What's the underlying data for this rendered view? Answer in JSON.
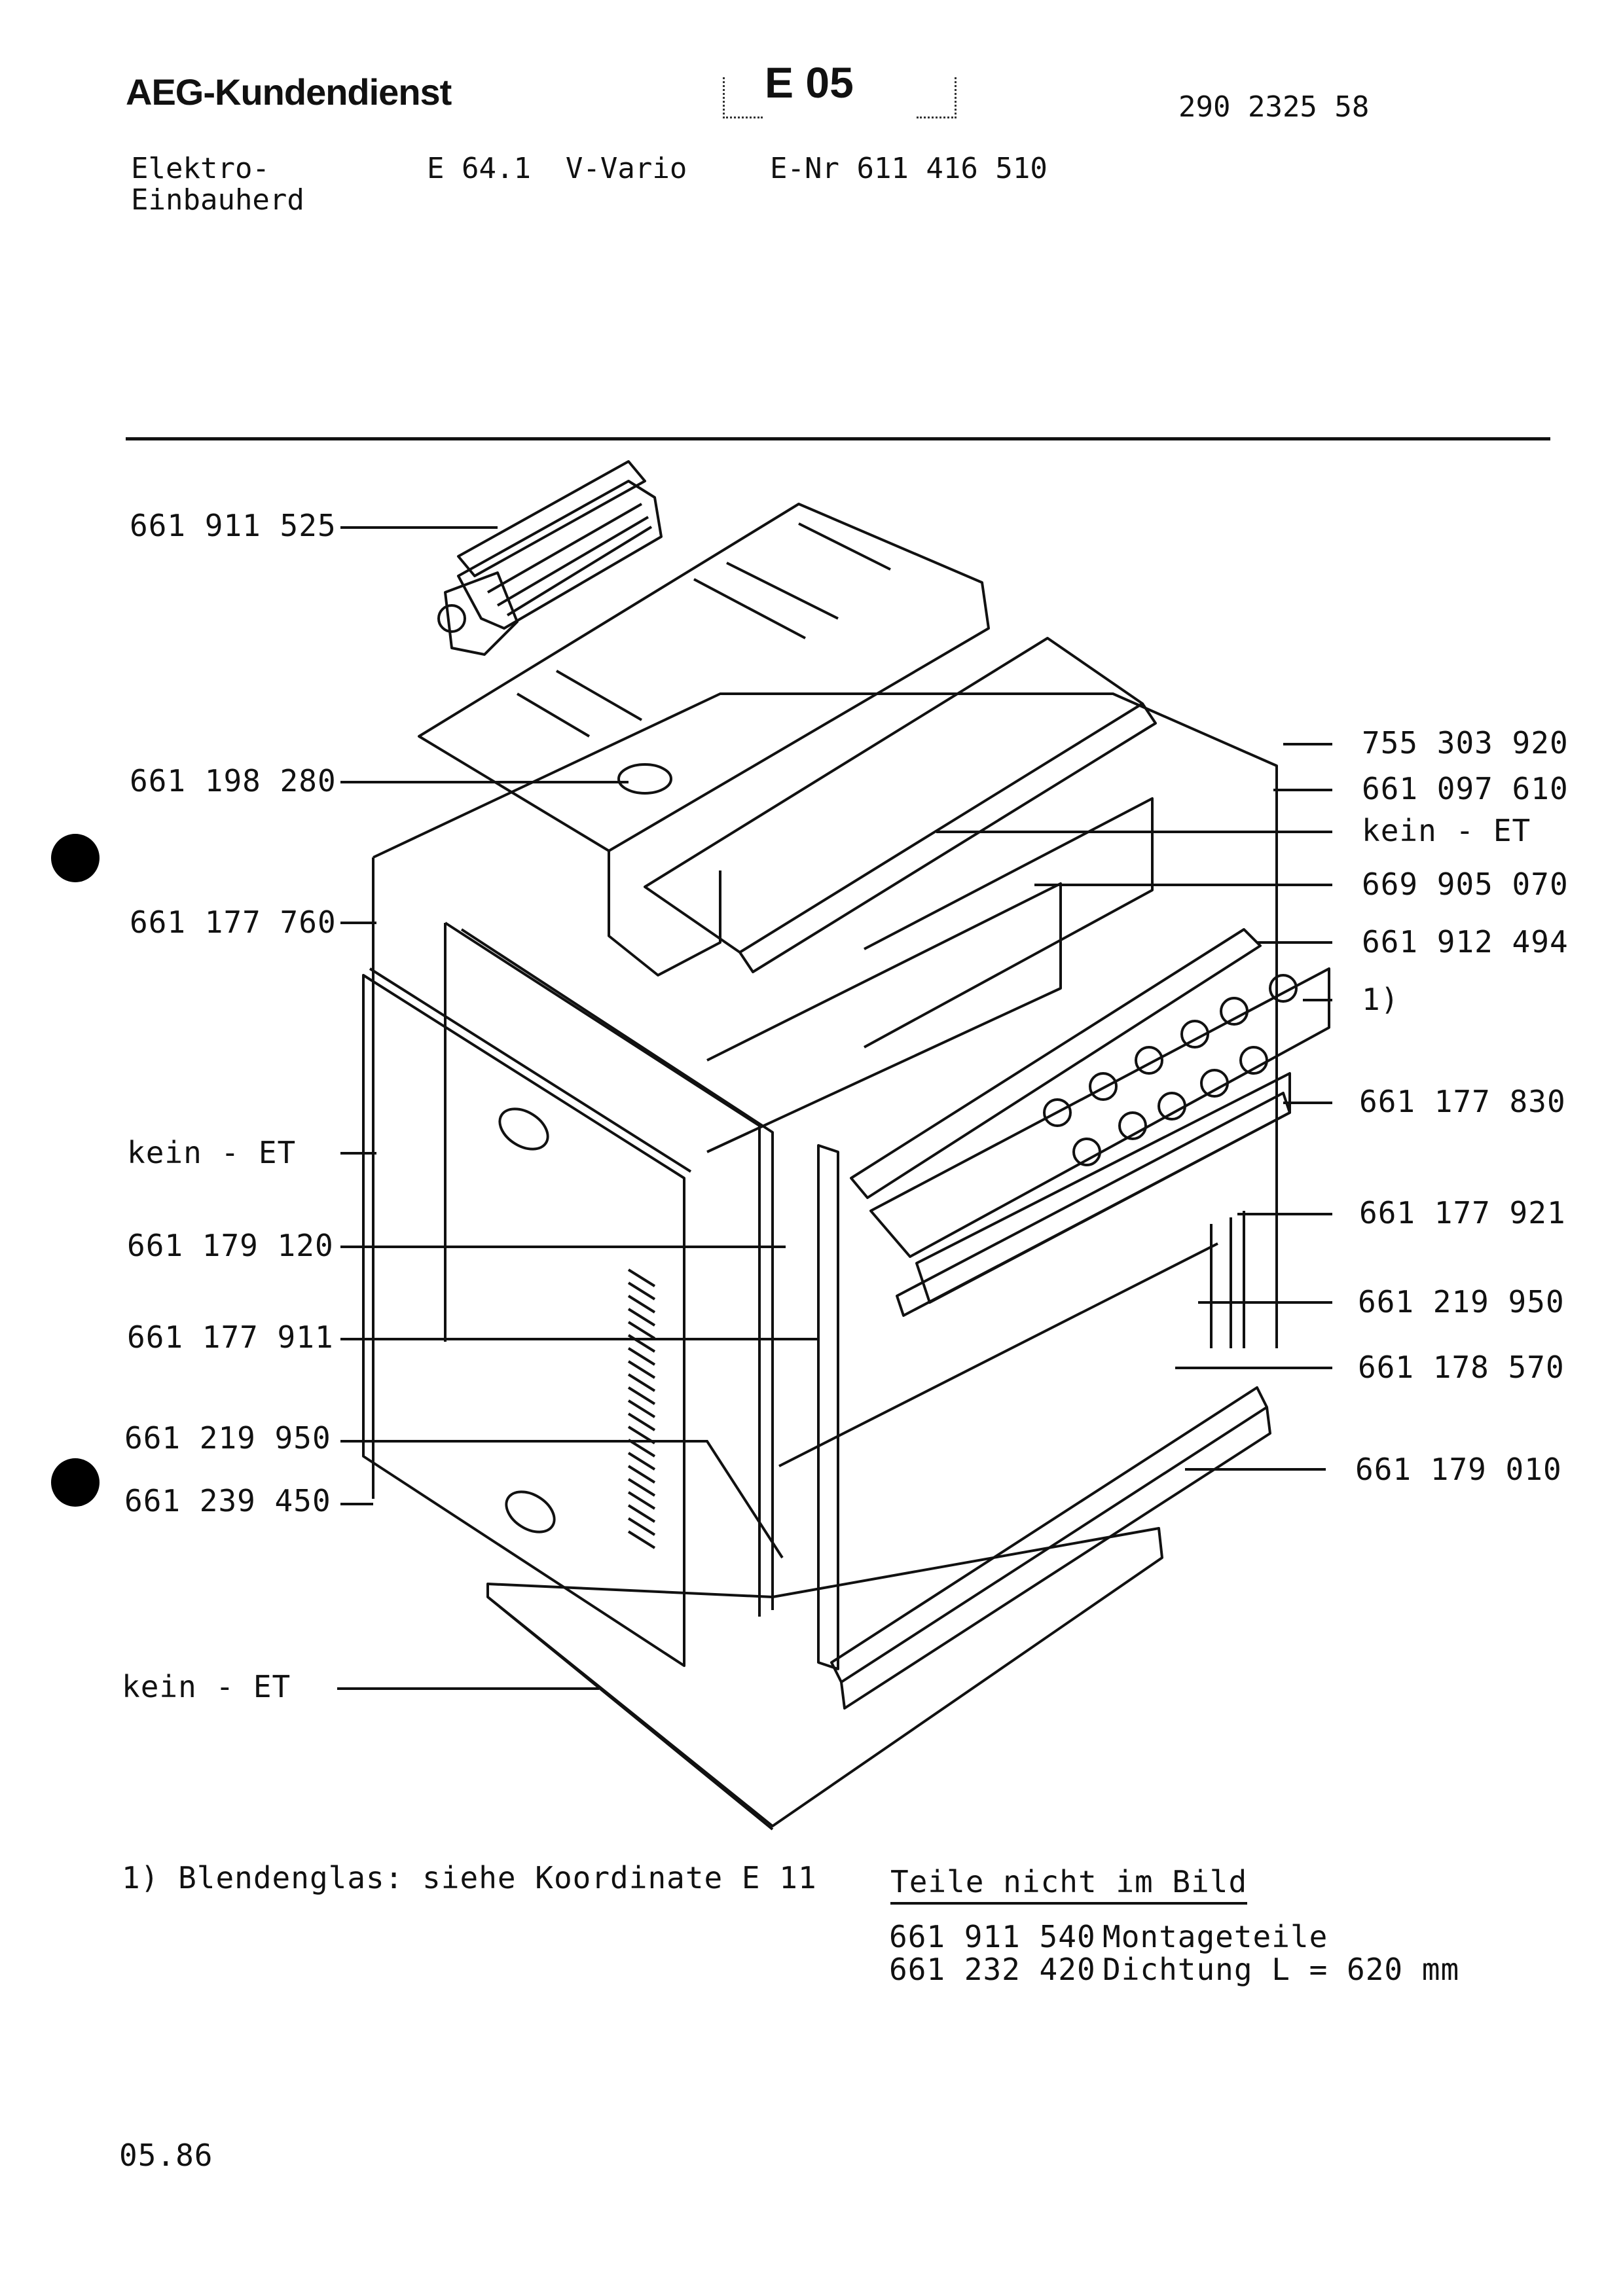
{
  "header": {
    "brand": "AEG-Kundendienst",
    "code": "E 05",
    "doc_number": "290 2325 58",
    "product_line1": "Elektro-",
    "product_line2": "Einbauherd",
    "model": "E 64.1  V-Vario",
    "enr": "E-Nr 611 416 510"
  },
  "labels_left": [
    "661 911 525",
    "661 198 280",
    "661 177 760",
    "kein - ET",
    "661 179 120",
    "661 177 911",
    "661 219 950",
    "661 239 450",
    "kein - ET"
  ],
  "labels_right": [
    "755 303 920",
    "661 097 610",
    "kein - ET",
    "669 905 070",
    "661 912 494",
    "1)",
    "661 177 830",
    "661 177 921",
    "661 219 950",
    "661 178 570",
    "661 179 010"
  ],
  "footnote": "1) Blendenglas: siehe Koordinate E 11",
  "parts_not_shown": {
    "title": "Teile nicht im Bild",
    "items": [
      {
        "number": "661 911 540",
        "desc": "Montageteile"
      },
      {
        "number": "661 232 420",
        "desc": "Dichtung L = 620 mm"
      }
    ]
  },
  "date": "05.86"
}
